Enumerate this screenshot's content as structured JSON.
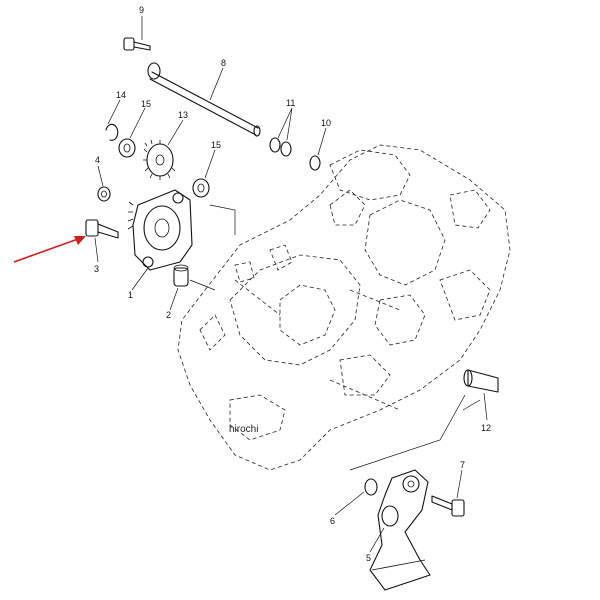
{
  "callouts": [
    {
      "id": "1",
      "text": "1"
    },
    {
      "id": "2",
      "text": "2"
    },
    {
      "id": "3",
      "text": "3"
    },
    {
      "id": "4",
      "text": "4"
    },
    {
      "id": "5",
      "text": "5"
    },
    {
      "id": "6",
      "text": "6"
    },
    {
      "id": "7",
      "text": "7"
    },
    {
      "id": "8",
      "text": "8"
    },
    {
      "id": "9",
      "text": "9"
    },
    {
      "id": "10",
      "text": "10"
    },
    {
      "id": "11",
      "text": "11"
    },
    {
      "id": "12",
      "text": "12"
    },
    {
      "id": "13",
      "text": "13"
    },
    {
      "id": "14",
      "text": "14"
    },
    {
      "id": "15a",
      "text": "15"
    },
    {
      "id": "15b",
      "text": "15"
    }
  ],
  "watermark": "hirochi",
  "colors": {
    "line": "#111111",
    "pointer_arrow": "#cc1f1f",
    "background": "#ffffff"
  }
}
